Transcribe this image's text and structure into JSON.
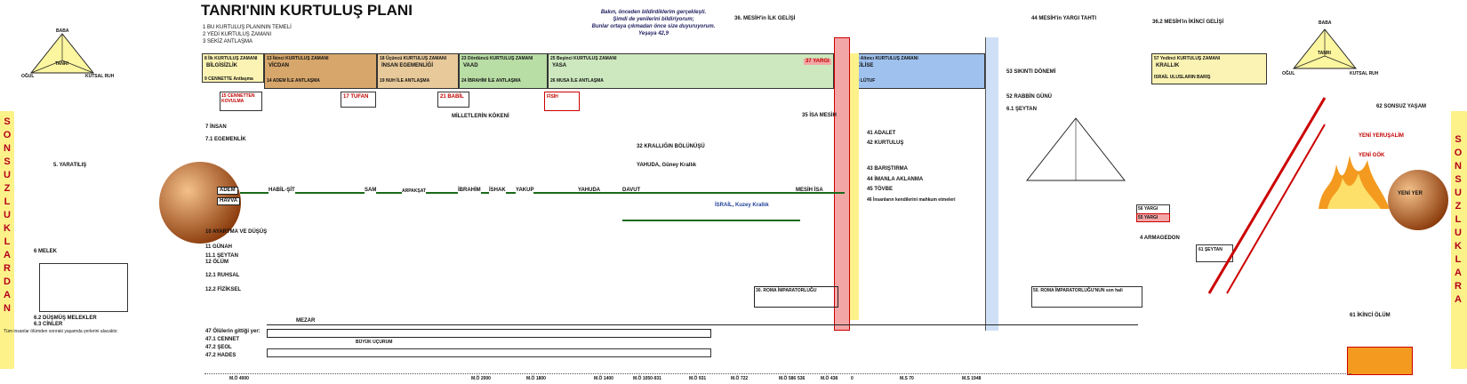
{
  "title": "TANRI'NIN KURTULUŞ PLANI",
  "header_quote": [
    "Bakın, önceden bildirdiklerim gerçekleşti.",
    "Şimdi de yenilerini bildiriyorum;",
    "Bunlar ortaya çıkmadan önce size duyuruyorum.",
    "Yeşaya 42,9"
  ],
  "top_list": [
    "1  BU KURTULUŞ PLANININ TEMELİ",
    "2  YEDİ KURTULUŞ ZAMANI",
    "3  SEKİZ ANTLAŞMA"
  ],
  "triangle_left": {
    "top": "BABA",
    "center": "TANRI",
    "left": "OĞUL",
    "right": "KUTSAL RUH"
  },
  "triangle_right": {
    "top": "BABA",
    "center": "TANRI",
    "left": "OĞUL",
    "right": "KUTSAL RUH"
  },
  "side_left": [
    "S",
    "O",
    "N",
    "S",
    "U",
    "Z",
    "L",
    "U",
    "K",
    "L",
    "A",
    "R",
    "D",
    "A",
    "N"
  ],
  "side_right": [
    "S",
    "O",
    "N",
    "S",
    "U",
    "Z",
    "L",
    "U",
    "K",
    "L",
    "A",
    "R",
    "A"
  ],
  "periods": [
    {
      "num": "8",
      "title": "İlk KURTULUŞ ZAMANI",
      "sub": "BİLGİSİZLİK",
      "extra": "9 CENNETTE Antlaşma"
    },
    {
      "num": "13",
      "title": "İkinci KURTULUŞ ZAMANI",
      "sub": "VİCDAN",
      "extra": "14 ADEM İLE ANTLAŞMA"
    },
    {
      "num": "18",
      "title": "Üçüncü KURTULUŞ ZAMANI",
      "sub": "İNSAN EGEMENLİĞİ",
      "extra": "19 NUH İLE ANTLAŞMA"
    },
    {
      "num": "23",
      "title": "Dördüncü KURTULUŞ ZAMANI",
      "sub": "VAAD",
      "extra": "24 İBRAHİM İLE ANTLAŞMA"
    },
    {
      "num": "25",
      "title": "Beşinci KURTULUŞ ZAMANI",
      "sub": "YASA",
      "extra": "26 MUSA İLE ANTLAŞMA"
    },
    {
      "num": "39",
      "title": "Altıncı KURTULUŞ ZAMANI",
      "sub": "KİLİSE",
      "extra": "40 LÜTUF"
    },
    {
      "num": "57",
      "title": "Yedinci KURTULUŞ ZAMANI",
      "sub": "KRALLIK",
      "extra": "ISRAİL  ULUSLARIN BARIŞ"
    }
  ],
  "mesih_gelis": {
    "first": "36. MESİH'in İLK GELİŞİ",
    "second": "36.2 MESİH'in İKİNCİ GELİŞİ"
  },
  "names_line": [
    "ADEM",
    "HAVVA",
    "HABİL-ŞİT",
    "SAM",
    "ARPAKŞAT",
    "İBRAHİM",
    "İSHAK",
    "YAKUP",
    "YAHUDA",
    "DAVUT",
    "MESİH İSA"
  ],
  "mid_labels": {
    "cennetten": "15 CENNETTEN KOVULMA",
    "tufan": "17 TUFAN",
    "babil": "21 BABİL",
    "firavun": "FİSİH",
    "milletler": "MİLLETLERİN KÖKENİ",
    "insan": "7  İNSAN",
    "egemenlik": "7.1 EGEMENLİK",
    "yaratilis": "5. YARATILIŞ",
    "ayartma": "10 AYARTMA VE DÜŞÜŞ",
    "gunah": "11 GÜNAH",
    "seytan": "11.1 ŞEYTAN",
    "olum": "12 ÖLÜM",
    "ruhsal": "12.1 RUHSAL",
    "fiziksel": "12.2 FİZİKSEL",
    "melek": "6  MELEK",
    "dusmus": "6.2 DÜŞMÜŞ MELEKLER",
    "cinler": "6.3 CİNLER",
    "kraliyet": "32 KRALLIĞIN BÖLÜNÜŞÜ",
    "israel": "İSRAİL, Kuzey Krallık",
    "yahuda_guney": "YAHUDA, Güney Krallık",
    "adalet": "41  ADALET",
    "kurtulus": "42  KURTULUŞ",
    "barisma": "43  BARIŞTIRMA",
    "imanla": "44  İMANLA AKLANMA",
    "tovbe": "45  TÖVBE",
    "insanlarin": "46  İnsanların kendilerini mahkum etmeleri",
    "armageddon": "4  ARMAGEDON",
    "seytan61": "61 ŞEYTAN",
    "yargi": "56 YARGI",
    "yargi2": "55 YARGI",
    "kiyamet": "61 İKİNCİ ÖLÜM",
    "yeni_yer": "YENİ YER",
    "yeni_yerusalim": "YENİ YERUŞALİM",
    "yeni_gok": "YENİ GÖK",
    "sonsuz_yasam": "62 SONSUZ YAŞAM",
    "seytan_cennet": "47 Ölülerin gittiği yer:",
    "cennet": "47.1 CENNET",
    "seol": "47.2 ŞEOL",
    "hades": "47.2 HADES",
    "mezar": "MEZAR",
    "buyuk_ucurum": "BÜYÜK UÇURUM",
    "roma1": "30. ROMA İMPARATORLUĞU",
    "roma2": "50. ROMA İMPARATORLUĞU'NUN son hali",
    "yedi_yil": "52 RABBİN GÜNÜ",
    "sikinti": "53 SIKINTI DÖNEMİ",
    "ruhun": "6.1 ŞEYTAN",
    "isa_mesih": "35 İSA MESİH",
    "yarali": "37 YARGI",
    "mesih_hiz": "44 MESİH'in YARGI TAHTI"
  },
  "timeline": [
    "M.Ö 4000",
    "M.Ö 2000",
    "M.Ö 1800",
    "M.Ö 1400",
    "M.Ö 1050-931",
    "M.Ö 931",
    "M.Ö 722",
    "M.Ö 586",
    "536",
    "M.Ö 438",
    "0",
    "M.S 70",
    "M.S 1948"
  ],
  "footer_note": "Tüm insanlar ölümden sonraki yaşamda yerlerini alacaktır.",
  "colors": {
    "p1": "#fbf3b3",
    "p2": "#d6a66b",
    "p3": "#e8c99a",
    "p4": "#b8dda5",
    "p5": "#cde8be",
    "p6": "#9ec1ee",
    "p7": "#fbf3b3",
    "red": "#b5001b"
  }
}
